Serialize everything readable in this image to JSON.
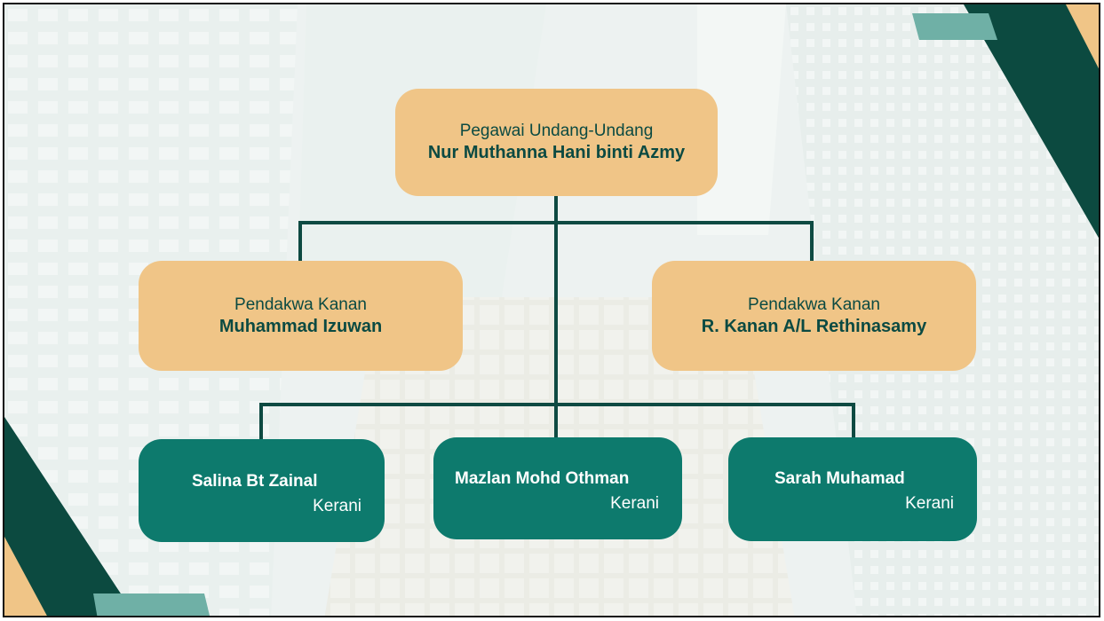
{
  "colors": {
    "gold_box": "#f0c587",
    "teal_box": "#0d7a6d",
    "connector": "#0e4a42",
    "accent_dark": "#0c4a40",
    "accent_light": "#6fb0a6",
    "accent_gold": "#f0c587"
  },
  "org_chart": {
    "root": {
      "role": "Pegawai Undang-Undang",
      "name": "Nur Muthanna Hani binti Azmy"
    },
    "prosecutors": [
      {
        "role": "Pendakwa Kanan",
        "name": "Muhammad Izuwan"
      },
      {
        "role": "Pendakwa Kanan",
        "name": "R. Kanan A/L Rethinasamy"
      }
    ],
    "clerks": [
      {
        "name": "Salina Bt Zainal",
        "role": "Kerani"
      },
      {
        "name": "Mazlan Mohd Othman",
        "role": "Kerani"
      },
      {
        "name": "Sarah Muhamad",
        "role": "Kerani"
      }
    ]
  }
}
